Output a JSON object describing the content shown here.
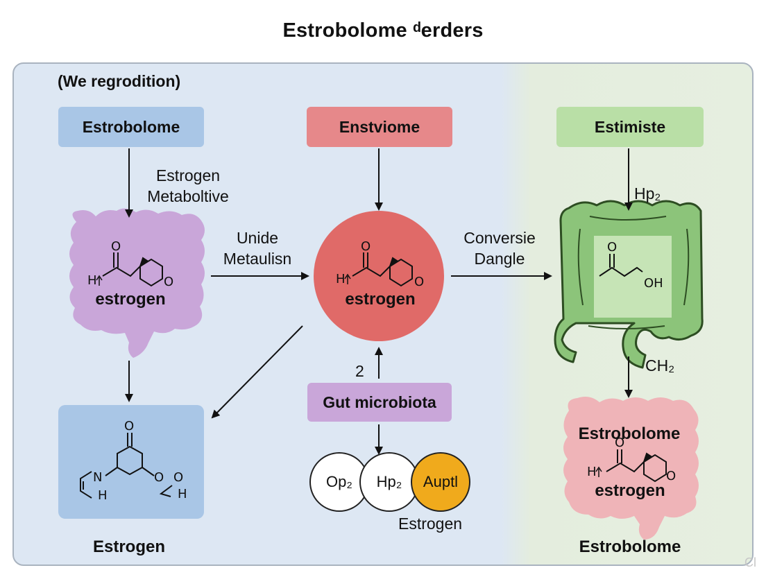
{
  "title": "Estrobolome ᵈerders",
  "subtitle": "(We regrodition)",
  "boxes": {
    "left": "Estrobolome",
    "center": "Enstviome",
    "right": "Estimiste",
    "gut": "Gut microbiota"
  },
  "labels": {
    "left_arrow_line1": "Estrogen",
    "left_arrow_line2": "Metaboltive",
    "middle_arrow_line1": "Unide",
    "middle_arrow_line2": "Metaulisn",
    "right_arrow_line1": "Conversie",
    "right_arrow_line2": "Dangle",
    "hp2_top": "Hp₂",
    "ch2": "CH₂",
    "two": "2",
    "estrogen_bottom_center": "Estrogen",
    "bottom_left": "Estrogen",
    "bottom_right": "Estrobolome"
  },
  "molecules": {
    "left_blob": "estrogen",
    "center_circle": "estrogen",
    "right_blob_title": "Estrobolome",
    "right_blob": "estrogen"
  },
  "circles": [
    "Op₂",
    "Hp₂",
    "Auptl"
  ],
  "colors": {
    "blue_box": "#a9c6e6",
    "red_box": "#e6888a",
    "green_box": "#b9dfa6",
    "purple": "#c9a6d9",
    "red_circle": "#e06a68",
    "intestine_green": "#8cc47a",
    "pink_blob": "#efb4b8",
    "orange": "#f0aa1c"
  },
  "watermark": "Cl"
}
